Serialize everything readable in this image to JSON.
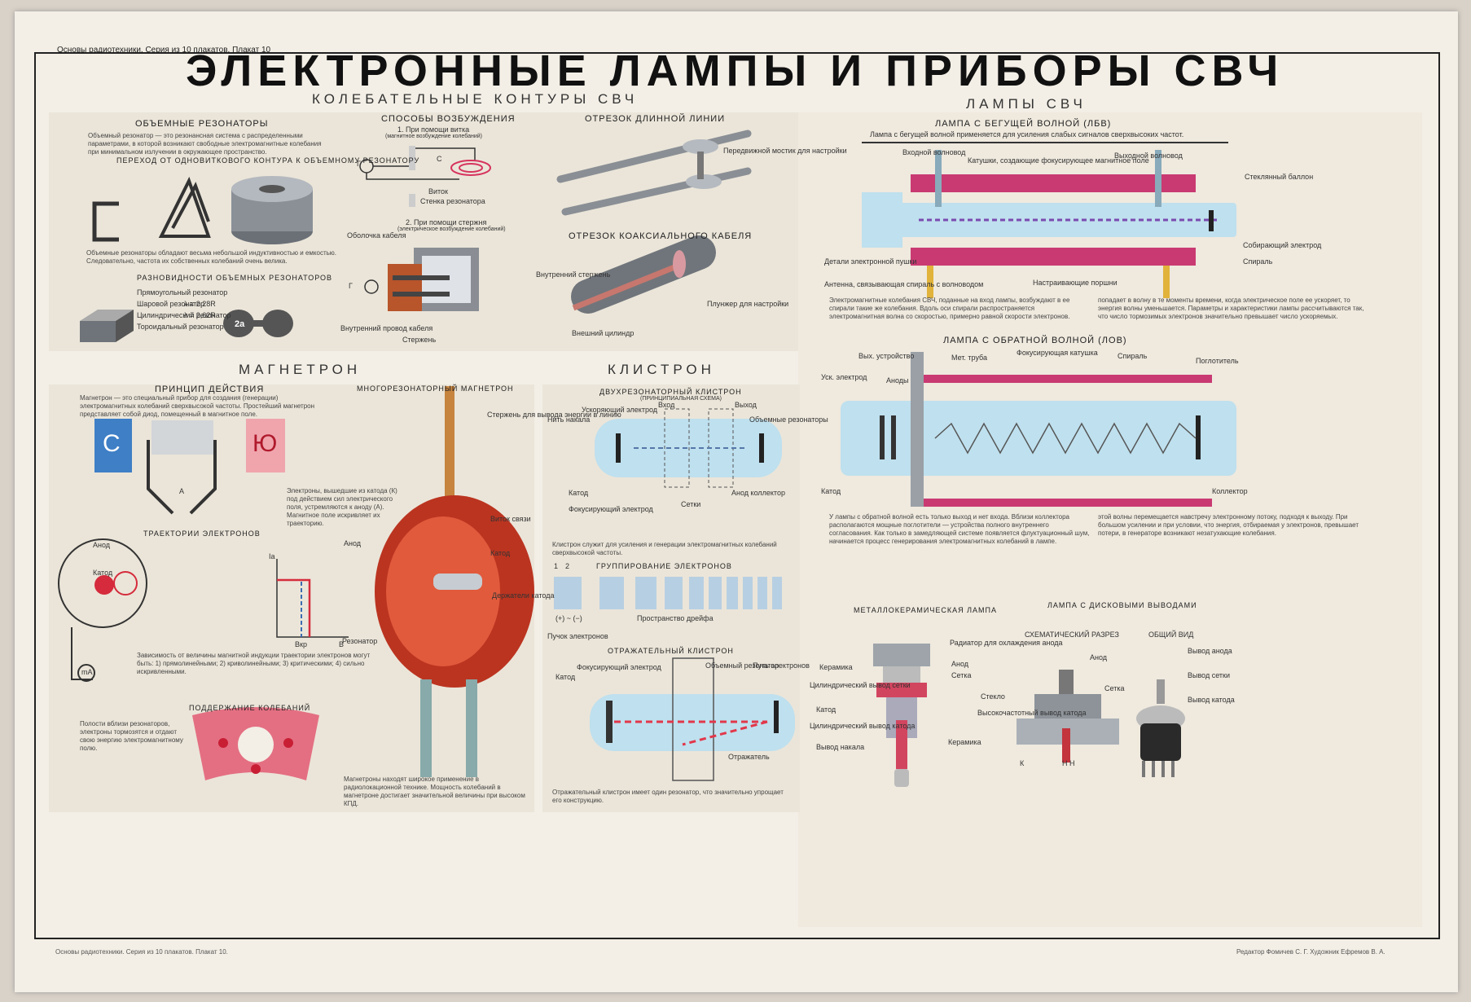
{
  "header": {
    "title": "ЭЛЕКТРОННЫЕ ЛАМПЫ И ПРИБОРЫ СВЧ",
    "series": "Основы радиотехники. Серия из 10 плакатов. Плакат 10"
  },
  "sections": {
    "contours": "КОЛЕБАТЕЛЬНЫЕ КОНТУРЫ СВЧ",
    "lamps": "ЛАМПЫ СВЧ",
    "magnetron": "МАГНЕТРОН",
    "klystron": "КЛИСТРОН"
  },
  "resonators": {
    "title": "ОБЪЕМНЫЕ РЕЗОНАТОРЫ",
    "intro": "Объемный резонатор — это резонансная система с распределенными параметрами, в которой возникают свободные электромагнитные колебания при минимальном излучении в окружающее пространство.",
    "transition": "ПЕРЕХОД ОТ ОДНОВИТКОВОГО КОНТУРА К ОБЪЕМНОМУ РЕЗОНАТОРУ",
    "note": "Объемные резонаторы обладают весьма небольшой индуктивностью и емкостью. Следовательно, частота их собственных колебаний очень велика.",
    "varieties": "РАЗНОВИДНОСТИ ОБЪЕМНЫХ РЕЗОНАТОРОВ",
    "types": [
      "Прямоугольный резонатор",
      "Шаровой резонатор",
      "Цилиндрический резонатор",
      "Тороидальный резонатор"
    ],
    "formulas": [
      "λ = 2,28R",
      "λ = 2,62R"
    ],
    "sym_2a": "2a"
  },
  "excitation": {
    "title": "СПОСОБЫ ВОЗБУЖДЕНИЯ",
    "m1": "1. При помощи витка",
    "m1_sub": "(магнитное возбуждение колебаний)",
    "m2": "2. При помощи стержня",
    "m2_sub": "(электрическое возбуждение колебаний)",
    "vitok": "Виток",
    "wall": "Стенка резонатора",
    "cable_shell": "Оболочка кабеля",
    "inner_wire": "Внутренний провод кабеля",
    "rod": "Стержень",
    "g": "Г",
    "c": "С"
  },
  "line": {
    "title": "ОТРЕЗОК ДЛИННОЙ ЛИНИИ",
    "bridge": "Передвижной мостик для настройки",
    "coax_title": "ОТРЕЗОК КОАКСИАЛЬНОГО КАБЕЛЯ",
    "inner_rod": "Внутренний стержень",
    "plunger": "Плунжер для настройки",
    "outer": "Внешний цилиндр"
  },
  "twt": {
    "title": "ЛАМПА С БЕГУЩЕЙ ВОЛНОЙ (ЛБВ)",
    "subtitle": "Лампа с бегущей волной применяется для усиления слабых сигналов сверхвысоких частот.",
    "input": "Входной волновод",
    "coils": "Катушки, создающие фокусирующее магнитное поле",
    "output": "Выходной волновод",
    "balloon": "Стеклянный баллон",
    "gun": "Детали электронной пушки",
    "antenna": "Антенна, связывающая спираль с волноводом",
    "pistons": "Настраивающие поршни",
    "collector": "Собирающий электрод",
    "spiral": "Спираль",
    "text1": "Электромагнитные колебания СВЧ, поданные на вход лампы, возбуждают в ее спирали такие же колебания. Вдоль оси спирали распространяется электромагнитная волна со скоростью, примерно равной скорости электронов.",
    "text2": "попадает в волну в те моменты времени, когда электрическое поле ее ускоряет, то энергия волны уменьшается. Параметры и характеристики лампы рассчитываются так, что число тормозимых электронов значительно превышает число ускоряемых."
  },
  "bwo": {
    "title": "ЛАМПА С ОБРАТНОЙ ВОЛНОЙ (ЛОВ)",
    "out_dev": "Вых. устройство",
    "met_tube": "Мет. труба",
    "focus_coil": "Фокусирующая катушка",
    "absorber": "Поглотитель",
    "accel": "Уск. электрод",
    "anodes": "Аноды",
    "spiral": "Спираль",
    "cathode": "Катод",
    "collector": "Коллектор",
    "text1": "У лампы с обратной волной есть только выход и нет входа. Вблизи коллектора располагаются мощные поглотители — устройства полного внутреннего согласования. Как только в замедляющей системе появляется флуктуационный шум, начинается процесс генерирования электромагнитных колебаний в лампе.",
    "text2": "этой волны перемещается навстречу электронному потоку, подходя к выходу. При большом усилении и при условии, что энергия, отбираемая у электронов, превышает потери, в генераторе возникают незатухающие колебания."
  },
  "metal_lamp": {
    "title": "МЕТАЛЛОКЕРАМИЧЕСКАЯ ЛАМПА",
    "radiator": "Радиатор для охлаждения анода",
    "ceramic": "Керамика",
    "anode": "Анод",
    "grid": "Сетка",
    "grid_out": "Цилиндрический вывод сетки",
    "cathode": "Катод",
    "cathode_out": "Цилиндрический вывод катода",
    "heater": "Вывод накала",
    "ceramic2": "Керамика"
  },
  "disk_lamp": {
    "title": "ЛАМПА С ДИСКОВЫМИ ВЫВОДАМИ",
    "schematic": "СХЕМАТИЧЕСКИЙ РАЗРЕЗ",
    "general": "ОБЩИЙ ВИД",
    "anode": "Анод",
    "grid": "Сетка",
    "glass": "Стекло",
    "hf_out": "Высокочастотный вывод катода",
    "k": "К",
    "nn": "Н Н",
    "anode_out": "Вывод анода",
    "grid_out": "Вывод сетки",
    "cathode_out": "Вывод катода"
  },
  "magnetron": {
    "principle": "ПРИНЦИП ДЕЙСТВИЯ",
    "principle_text": "Магнетрон — это специальный прибор для создания (генерации) электромагнитных колебаний сверхвысокой частоты. Простейший магнетрон представляет собой диод, помещенный в магнитное поле.",
    "s": "С",
    "yu": "Ю",
    "a": "А",
    "electrons_text": "Электроны, вышедшие из катода (К) под действием сил электрического поля, устремляются к аноду (А). Магнитное поле искривляет их траекторию.",
    "multi": "МНОГОРЕЗОНАТОРНЫЙ МАГНЕТРОН",
    "rod_out": "Стержень для вывода энергии в линию",
    "coupling": "Виток связи",
    "cathode": "Катод",
    "anode": "Анод",
    "holders": "Держатели катода",
    "resonator": "Резонатор",
    "trajectories": "ТРАЕКТОРИИ ЭЛЕКТРОНОВ",
    "anode_l": "Анод",
    "cathode_l": "Катод",
    "ma": "mA",
    "ia": "Iа",
    "b": "B",
    "bcr": "Bкр",
    "traj_text": "Зависимость от величины магнитной индукции траектории электронов могут быть: 1) прямолинейными; 2) криволинейными; 3) критическими; 4) сильно искривленными.",
    "support": "ПОДДЕРЖАНИЕ КОЛЕБАНИЙ",
    "support_text": "Полости вблизи резонаторов, электроны тормозятся и отдают свою энергию электромагнитному полю.",
    "usage": "Магнетроны находят широкое применение в радиолокационной технике. Мощность колебаний в магнетроне достигает значительной величины при высоком КПД."
  },
  "klystron": {
    "two_res": "ДВУХРЕЗОНАТОРНЫЙ КЛИСТРОН",
    "scheme": "(ПРИНЦИПИАЛЬНАЯ СХЕМА)",
    "input": "Вход",
    "output": "Выход",
    "accel": "Ускоряющий электрод",
    "filament": "Нить накала",
    "vol_res": "Объемные резонаторы",
    "cathode": "Катод",
    "focus": "Фокусирующий электрод",
    "grids": "Сетки",
    "anode_coll": "Анод коллектор",
    "desc": "Клистрон служит для усиления и генерации электромагнитных колебаний сверхвысокой частоты.",
    "grouping": "ГРУППИРОВАНИЕ ЭЛЕКТРОНОВ",
    "n1": "1",
    "n2": "2",
    "drift": "Пространство дрейфа",
    "beam": "Пучок электронов",
    "plusminus": "(+) ~ (−)",
    "reflex": "ОТРАЖАТЕЛЬНЫЙ КЛИСТРОН",
    "reflex_res": "Объемный резонатор",
    "path": "Путь электронов",
    "reflector": "Отражатель",
    "reflex_text": "Отражательный клистрон имеет один резонатор, что значительно упрощает его конструкцию."
  },
  "footer": {
    "left": "Основы радиотехники. Серия из 10 плакатов. Плакат 10.",
    "right": "Редактор Фомичев С. Г. Художник Ефремов В. А."
  }
}
